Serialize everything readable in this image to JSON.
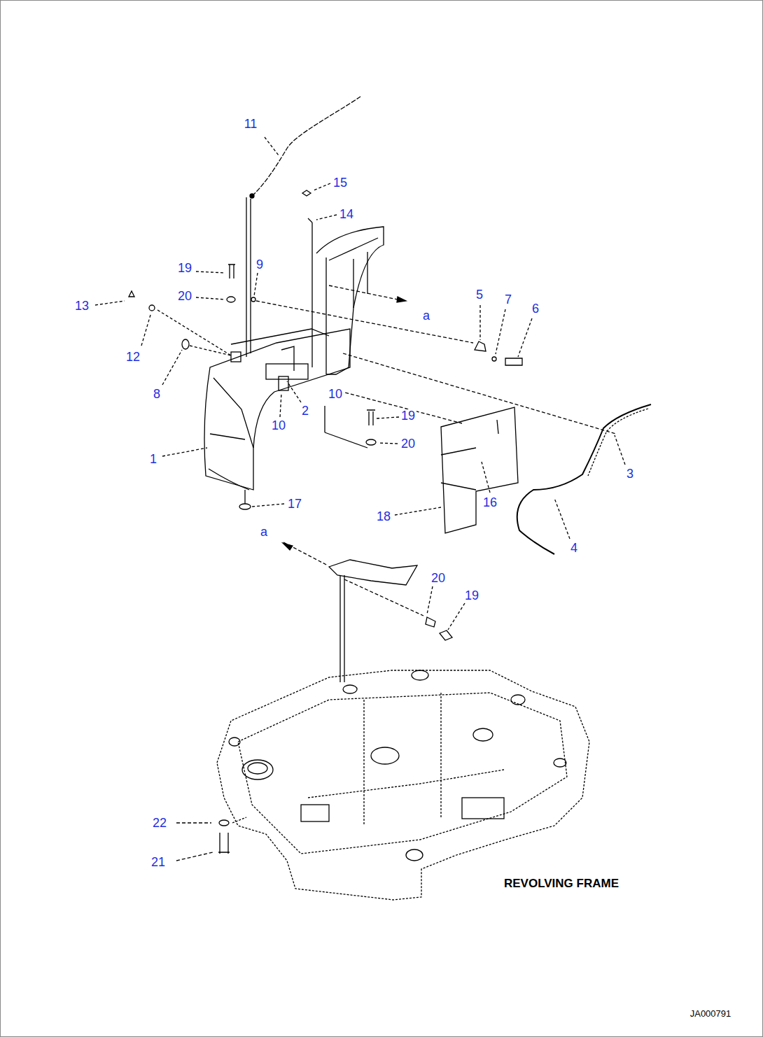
{
  "diagram": {
    "labels": [
      "11",
      "15",
      "14",
      "19",
      "9",
      "13",
      "20",
      "5",
      "7",
      "6",
      "a",
      "12",
      "8",
      "10",
      "2",
      "10",
      "19",
      "20",
      "1",
      "3",
      "17",
      "18",
      "16",
      "4",
      "a",
      "20",
      "19",
      "22",
      "21",
      "REVOLVING FRAME",
      "JA000791"
    ]
  }
}
